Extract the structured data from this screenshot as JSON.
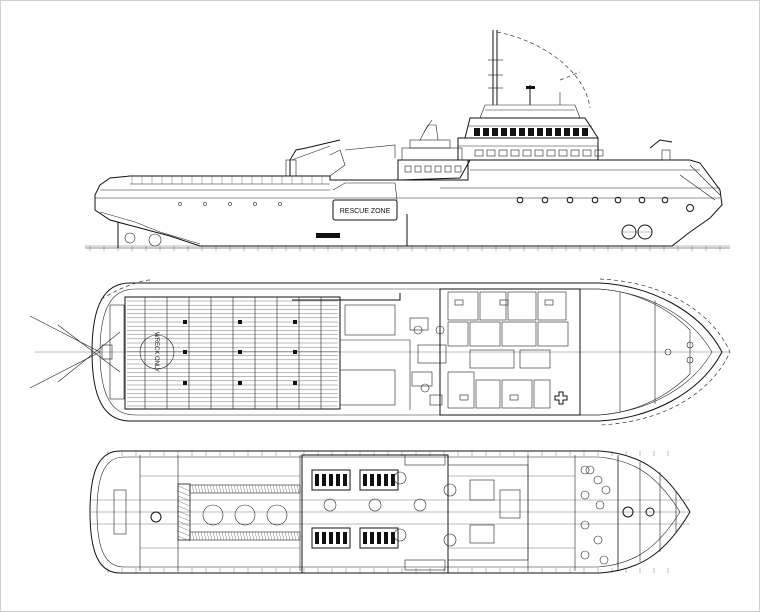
{
  "drawing": {
    "views": [
      "profile",
      "main-deck-plan",
      "tank-top-plan"
    ],
    "profile_labels": {
      "rescue_zone": "RESCUE ZONE"
    },
    "deck_stamp": "WRECK ONLY",
    "line_color": "#111111",
    "background_color": "#ffffff"
  }
}
